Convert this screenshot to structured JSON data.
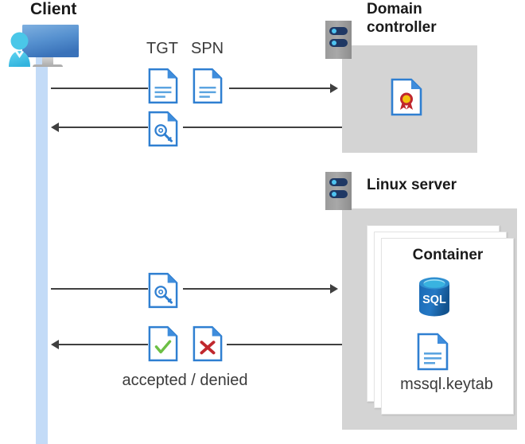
{
  "diagram": {
    "title_client": "Client",
    "title_domain_controller": "Domain\ncontroller",
    "title_domain_controller_line1": "Domain",
    "title_domain_controller_line2": "controller",
    "title_linux_server": "Linux server",
    "title_container": "Container",
    "label_tgt": "TGT",
    "label_spn": "SPN",
    "label_keytab_file": "mssql.keytab",
    "label_accepted_denied": "accepted / denied"
  },
  "icons": {
    "client": "client-workstation-user-icon",
    "server_rack_dc": "server-rack-icon",
    "server_rack_linux": "server-rack-icon",
    "doc_tgt": "document-lines-icon",
    "doc_spn": "document-lines-icon",
    "doc_key_top": "document-key-icon",
    "doc_key_bottom": "document-key-icon",
    "doc_check": "document-check-icon",
    "doc_cross": "document-cross-icon",
    "doc_certificate": "document-certificate-icon",
    "doc_keytab": "document-lines-icon",
    "sql_database": "sql-database-icon"
  },
  "colors": {
    "accent_blue": "#2f7fd1",
    "doc_fold_blue": "#3f8ddc",
    "lifeline_blue": "#c3dbf7",
    "panel_gray": "#d4d4d4",
    "rack_gray": "#9b9b9b",
    "rack_navy": "#1f3864",
    "led_cyan": "#4ec3f0",
    "arrow_gray": "#404040",
    "check_green": "#6cbf45",
    "cross_red": "#c0272d",
    "cert_red": "#c0272d",
    "cert_gold": "#f4c20d",
    "sql_blue": "#1e6cb0",
    "text_dark": "#1a1a1a",
    "text_gray": "#3b3b3b",
    "monitor_blue_top": "#6a9fd8",
    "monitor_blue_bottom": "#3b74bb",
    "person_cyan": "#46c3e6"
  },
  "flows": [
    {
      "name": "client-to-dc-request",
      "direction": "right",
      "label_icons": [
        "TGT",
        "SPN"
      ]
    },
    {
      "name": "dc-to-client-ticket",
      "direction": "left",
      "label_icons": [
        "key-document"
      ]
    },
    {
      "name": "client-to-linux-request",
      "direction": "right",
      "label_icons": [
        "key-document"
      ]
    },
    {
      "name": "linux-to-client-response",
      "direction": "left",
      "label_icons": [
        "check-document",
        "cross-document"
      ],
      "caption": "accepted / denied"
    }
  ]
}
